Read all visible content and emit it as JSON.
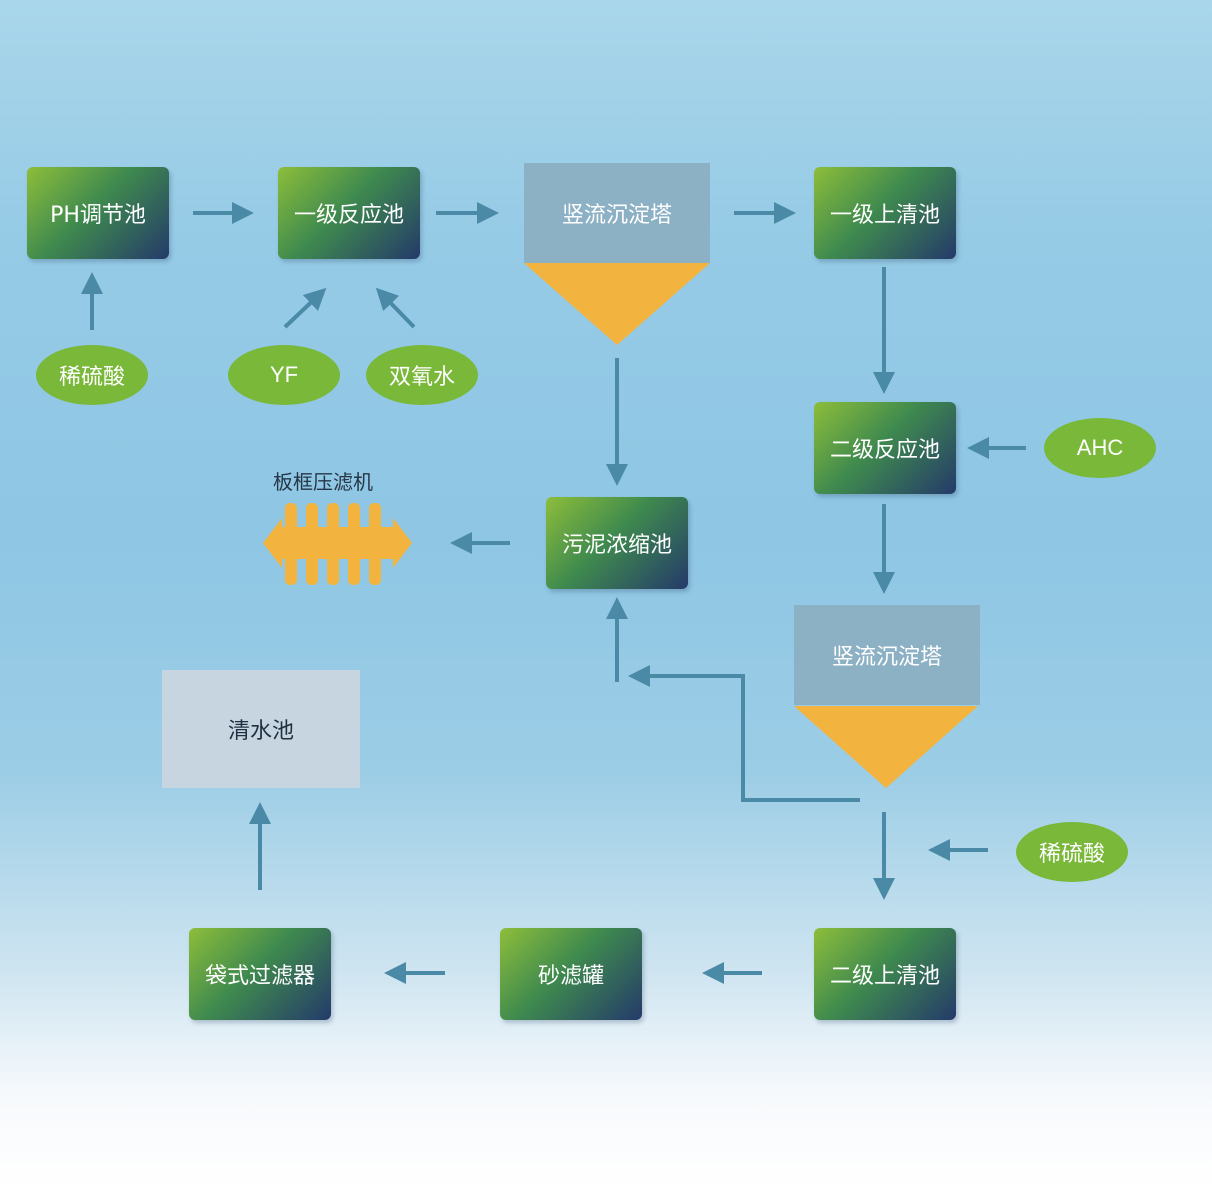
{
  "nodes": {
    "ph_tank": "PH调节池",
    "reaction_1": "一级反应池",
    "tower_1": "竖流沉淀塔",
    "clarifier_1": "一级上清池",
    "reaction_2": "二级反应池",
    "tower_2": "竖流沉淀塔",
    "clarifier_2": "二级上清池",
    "sand_filter": "砂滤罐",
    "bag_filter": "袋式过滤器",
    "clean_water": "清水池",
    "sludge_thickener": "污泥浓缩池",
    "filter_press": "板框压滤机"
  },
  "reagents": {
    "acid_1": "稀硫酸",
    "yf": "YF",
    "h2o2": "双氧水",
    "ahc": "AHC",
    "acid_2": "稀硫酸"
  },
  "colors": {
    "arrow": "#4a8aa6",
    "reagent": "#7ab83a",
    "sediment": "#f2b43e",
    "tower": "#8cb0c4",
    "clean_water": "#c6d5df"
  }
}
